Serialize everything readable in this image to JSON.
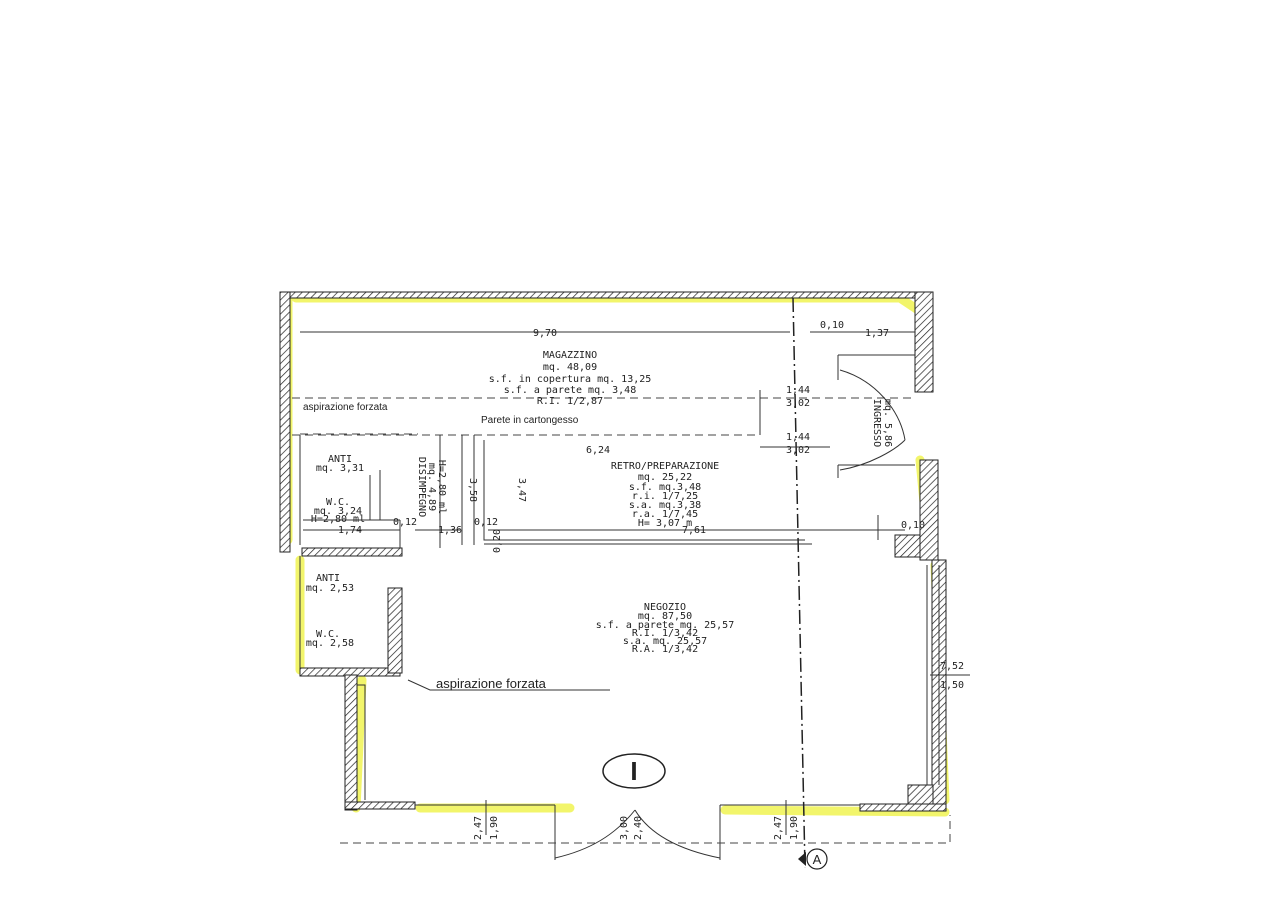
{
  "rooms": {
    "magazzino": {
      "name": "MAGAZZINO",
      "lines": [
        "mq. 48,09",
        "s.f. in copertura mq. 13,25",
        "s.f. a parete mq. 3,48",
        "R.I. 1/2,87"
      ]
    },
    "retro": {
      "name": "RETRO/PREPARAZIONE",
      "lines": [
        "mq. 25,22",
        "s.f.  mq.3,48",
        "r.i. 1/7,25",
        "s.a.  mq.3,38",
        "r.a. 1/7,45",
        "H= 3,07 m"
      ]
    },
    "negozio": {
      "name": "NEGOZIO",
      "lines": [
        "mq. 87,50",
        "s.f. a parete mq. 25,57",
        "R.I. 1/3,42",
        "s.a. mq. 25,57",
        "R.A. 1/3,42"
      ]
    },
    "anti1": {
      "name": "ANTI",
      "lines": [
        "mq. 3,31"
      ]
    },
    "wc1": {
      "name": "W.C.",
      "lines": [
        "mq. 3,24",
        "H=2,80 ml"
      ]
    },
    "disimpegno": {
      "name": "DISIMPEGNO",
      "lines": [
        "mq. 4,89",
        "H=2,80 ml"
      ]
    },
    "ingresso": {
      "name": "INGRESSO",
      "lines": [
        "mq. 5,86"
      ]
    },
    "anti2": {
      "name": "ANTI",
      "lines": [
        "mq. 2,53"
      ]
    },
    "wc2": {
      "name": "W.C.",
      "lines": [
        "mq. 2,58"
      ]
    }
  },
  "notes": {
    "aspirazione_top": "aspirazione forzata",
    "parete": "Parete in cartongesso",
    "aspirazione_bottom": "aspirazione forzata"
  },
  "dimensions": {
    "d970": "9,70",
    "d010a": "0,10",
    "d137": "1,37",
    "d144a": "1,44",
    "d302a": "3,02",
    "d144b": "1,44",
    "d302b": "3,02",
    "d624": "6,24",
    "d358": "3,58",
    "d347": "3,47",
    "d174": "1,74",
    "d012a": "0,12",
    "d136": "1,36",
    "d012b": "0,12",
    "d761": "7,61",
    "d020": "0,20",
    "d010b": "0,10",
    "d752": "7,52",
    "d150": "1,50",
    "d247a": "2,47",
    "d190a": "1,90",
    "d300": "3,00",
    "d240": "2,40",
    "d247b": "2,47",
    "d190b": "1,90"
  },
  "markers": {
    "unit": "I",
    "section": "A"
  },
  "colors": {
    "highlight": "#eef23a",
    "ink": "#222222"
  }
}
